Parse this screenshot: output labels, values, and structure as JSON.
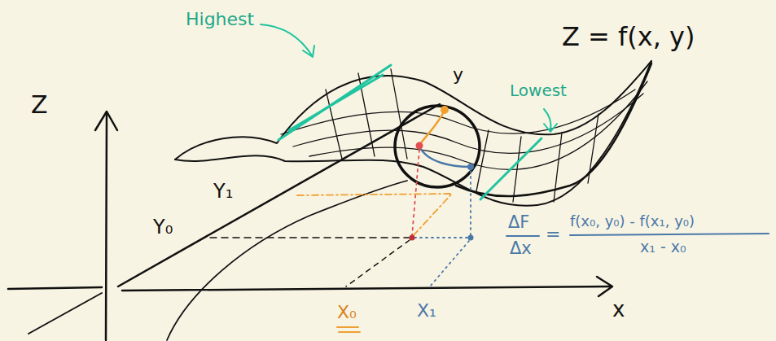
{
  "diagram": {
    "labels": [
      "Highest",
      "Z = f(x, y)",
      "Z",
      "Lowest",
      "y",
      "Y₁",
      "Y₀",
      "ΔF",
      "=",
      "f(x₀, y₀) - f(x₁, y₀)",
      "Δx",
      "x₁ - x₀",
      "X₀",
      "X₁",
      "x"
    ]
  }
}
